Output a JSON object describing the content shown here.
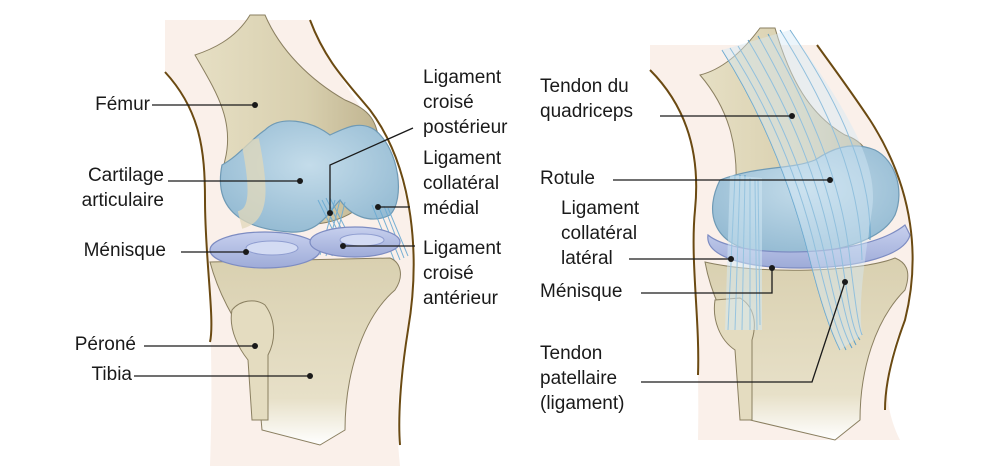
{
  "diagram": {
    "subject": "Anatomie du genou",
    "colors": {
      "bone": "#d9d0b0",
      "bone_shadow": "#b9ad88",
      "cartilage": "#a9cbe0",
      "meniscus": "#b7c3e6",
      "ligament": "#cfe6f5",
      "ligament_stroke": "#5a9ec9",
      "skin_fill": "#f9ece4",
      "skin_outline": "#6b4a12",
      "leader_line": "#1a1a1a",
      "text": "#1a1a1a"
    },
    "left_view": {
      "labels": {
        "femur": [
          "Fémur"
        ],
        "cartilage": [
          "Cartilage",
          "articulaire"
        ],
        "menisque": [
          "Ménisque"
        ],
        "perone": [
          "Péroné"
        ],
        "tibia": [
          "Tibia"
        ],
        "lcp": [
          "Ligament",
          "croisé",
          "postérieur"
        ],
        "lcm": [
          "Ligament",
          "collatéral",
          "médial"
        ],
        "lca": [
          "Ligament",
          "croisé",
          "antérieur"
        ]
      }
    },
    "right_view": {
      "labels": {
        "quadriceps": [
          "Tendon du",
          "quadriceps"
        ],
        "rotule": [
          "Rotule"
        ],
        "lcl": [
          "Ligament",
          "collatéral",
          "latéral"
        ],
        "menisque": [
          "Ménisque"
        ],
        "patellaire": [
          "Tendon",
          "patellaire",
          "(ligament)"
        ]
      }
    }
  }
}
